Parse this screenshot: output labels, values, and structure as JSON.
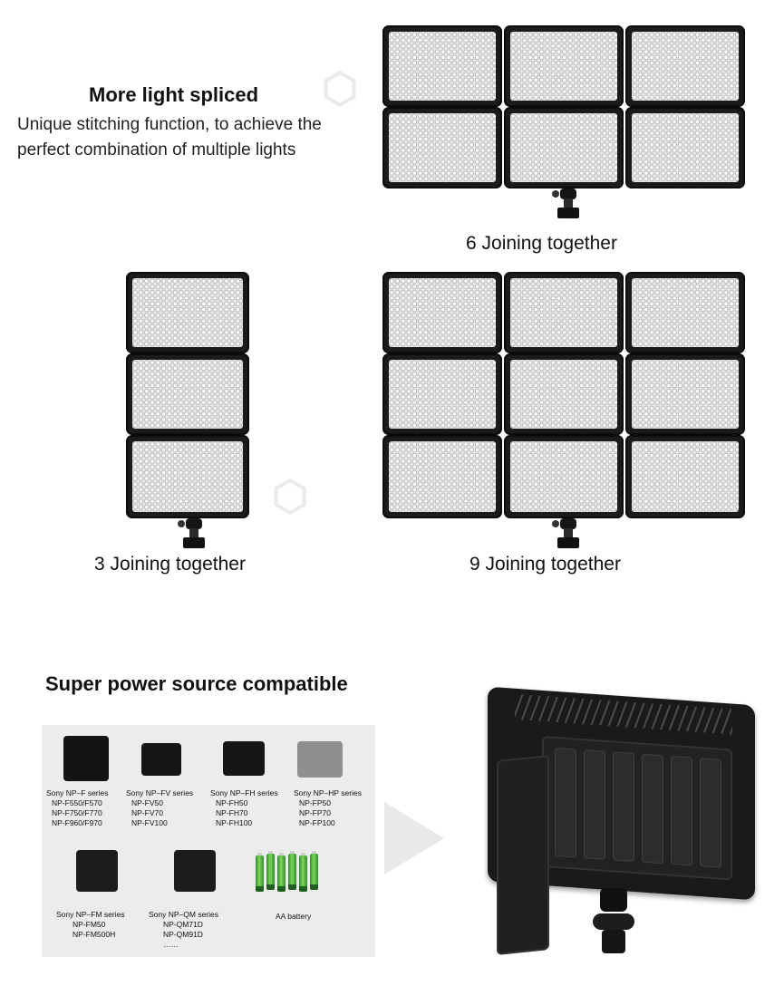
{
  "section1": {
    "title": "More light spliced",
    "desc_line1": "Unique stitching function, to achieve the",
    "desc_line2": "perfect combination of multiple lights"
  },
  "captions": {
    "six": "6 Joining together",
    "three": "3 Joining together",
    "nine": "9 Joining together"
  },
  "section2": {
    "title": "Super power source compatible"
  },
  "batteries": [
    {
      "series": "Sony NP–F series",
      "models": [
        "NP-F550/F570",
        "NP-F750/F770",
        "NP-F960/F970"
      ]
    },
    {
      "series": "Sony NP–FV series",
      "models": [
        "NP-FV50",
        "NP-FV70",
        "NP-FV100"
      ]
    },
    {
      "series": "Sony NP–FH series",
      "models": [
        "NP-FH50",
        "NP-FH70",
        "NP-FH100"
      ]
    },
    {
      "series": "Sony NP–HP series",
      "models": [
        "NP-FP50",
        "NP-FP70",
        "NP-FP100"
      ]
    },
    {
      "series": "Sony NP–FM series",
      "models": [
        "NP-FM50",
        "NP-FM500H"
      ]
    },
    {
      "series": "Sony NP–QM series",
      "models": [
        "NP-QM71D",
        "NP-QM91D",
        "……"
      ]
    },
    {
      "series": "AA battery",
      "models": []
    }
  ],
  "colors": {
    "panel_frame": "#1b1b1b",
    "box_bg": "#ececec",
    "aa_green": "#4caf3a",
    "hp_gray": "#8f8f8f"
  }
}
